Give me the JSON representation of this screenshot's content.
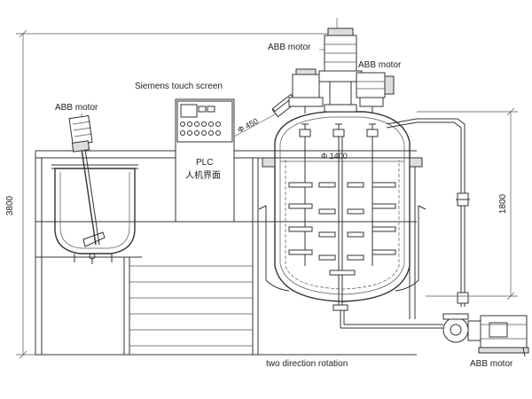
{
  "labels": {
    "abb_motor_top": "ABB motor",
    "abb_motor_top_right": "ABB motor",
    "abb_motor_left": "ABB motor",
    "abb_motor_bottom_right": "ABB motor",
    "siemens": "Siemens touch screen",
    "plc": "PLC",
    "hmi": "人机界面",
    "dia_450": "Φ 450",
    "dia_1400": "Φ 1400",
    "rotation": "two direction rotation"
  },
  "dimensions": {
    "height_total": "3800",
    "height_vessel": "1800"
  }
}
